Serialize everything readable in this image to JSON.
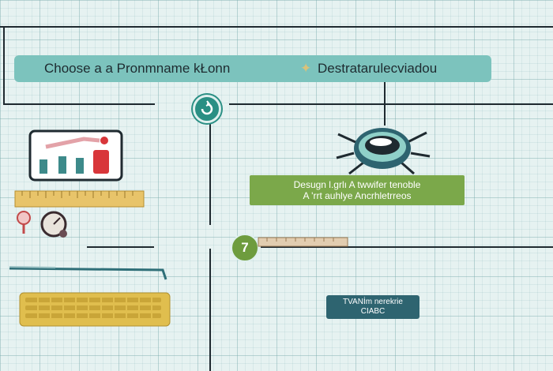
{
  "banner": {
    "left_text": "Choose a a Pronmname kŁonn",
    "right_text": "Destratarulecviadou"
  },
  "steps": {
    "step_a": "",
    "step_b": "7"
  },
  "design_box": {
    "line1": "Desugn l.grlı A twwifer tenoble",
    "line2": "A 'rrt auhlye Ancrhletrreos"
  },
  "bottom_box": {
    "line1": "TVANİm nerekrie",
    "line2": "CIABC"
  },
  "colors": {
    "background": "#e6f2f1",
    "banner": "#7cc3bd",
    "lines": "#1f2a30",
    "green_box": "#7ba84a",
    "teal_box": "#2e6470",
    "step_circle_teal": "#2a8f84",
    "step_circle_green": "#6e9c3e"
  },
  "icons": [
    "tablet-chart-icon",
    "ruler-icon",
    "gauge-icon",
    "robot-eye-icon",
    "pen-line-icon",
    "keyboard-icon",
    "wooden-ruler-icon"
  ]
}
